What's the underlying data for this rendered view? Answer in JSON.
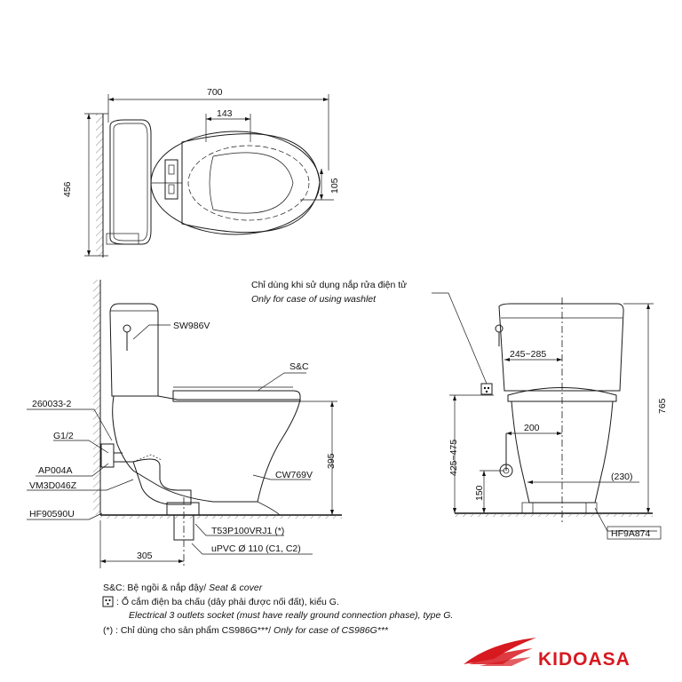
{
  "top_view": {
    "width_700": "700",
    "depth_456": "456",
    "offset_143": "143",
    "offset_105": "105"
  },
  "side_view": {
    "label_sw986v": "SW986V",
    "label_sc": "S&C",
    "label_260033": "260033-2",
    "label_g12": "G1/2",
    "label_ap004a": "AP004A",
    "label_vm3d046z": "VM3D046Z",
    "label_hf90590u": "HF90590U",
    "label_cw769v": "CW769V",
    "label_t53p": "T53P100VRJ1 (*)",
    "label_upvc": "uPVC Ø 110 (C1, C2)",
    "dim_395": "395",
    "dim_305": "305"
  },
  "front_view": {
    "washlet_note_vi": "Chỉ dùng khi sử dụng nắp rửa điện tử",
    "washlet_note_en": "Only for case of using washlet",
    "dim_245_285": "245~285",
    "dim_200": "200",
    "dim_425_475": "425~475",
    "dim_150": "150",
    "dim_230": "(230)",
    "dim_765": "765",
    "label_hf9a874": "HF9A874"
  },
  "legend": {
    "sc_prefix": "S&C: Bệ ngồi & nắp đậy/",
    "sc_en": " Seat & cover",
    "socket_vi": ": Ổ cắm điện ba chấu (dây phải được nối đất), kiểu G.",
    "socket_en": "Electrical 3 outlets socket (must have really ground connection phase), type G.",
    "star_note_vi": "(*) : Chỉ dùng cho sản phẩm CS986G***/",
    "star_note_en": " Only for case of CS986G***"
  },
  "brand": {
    "name": "KIDOASA",
    "color": "#d71920"
  }
}
